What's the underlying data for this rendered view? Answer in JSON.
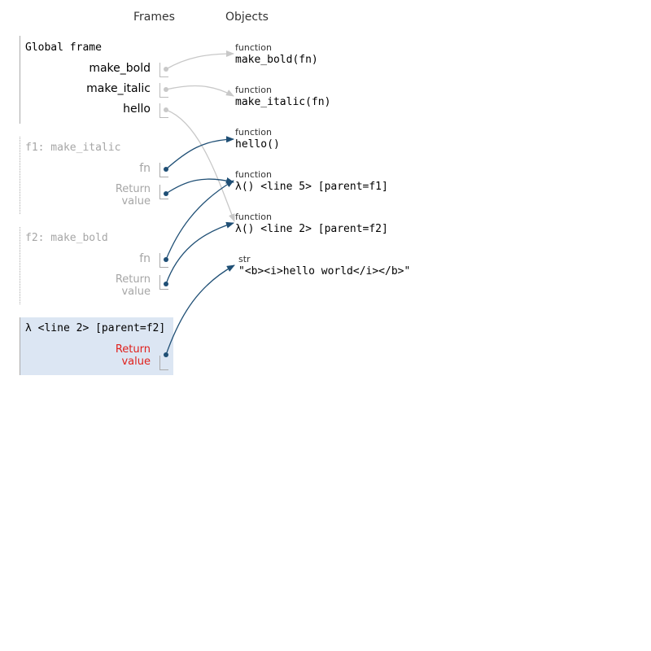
{
  "headers": {
    "frames": "Frames",
    "objects": "Objects"
  },
  "frames": {
    "global": {
      "title": "Global frame",
      "vars": [
        "make_bold",
        "make_italic",
        "hello"
      ]
    },
    "f1": {
      "title": "f1: make_italic",
      "var": "fn",
      "return_line1": "Return",
      "return_line2": "value"
    },
    "f2": {
      "title": "f2: make_bold",
      "var": "fn",
      "return_line1": "Return",
      "return_line2": "value"
    },
    "lambda": {
      "title": "λ <line 2> [parent=f2]",
      "return_line1": "Return",
      "return_line2": "value"
    }
  },
  "objects": [
    {
      "type": "function",
      "value": "make_bold(fn)"
    },
    {
      "type": "function",
      "value": "make_italic(fn)"
    },
    {
      "type": "function",
      "value": "hello()"
    },
    {
      "type": "function",
      "value": "λ() <line 5> [parent=f1]"
    },
    {
      "type": "function",
      "value": "λ() <line 2> [parent=f2]"
    },
    {
      "type": "str",
      "value": "\"<b><i>hello world</i></b>\""
    }
  ],
  "colors": {
    "pointer_active": "#1f4f75",
    "pointer_faded": "#c8c8c8",
    "active_frame_bg": "#dce6f3",
    "return_active": "#e0201c"
  }
}
